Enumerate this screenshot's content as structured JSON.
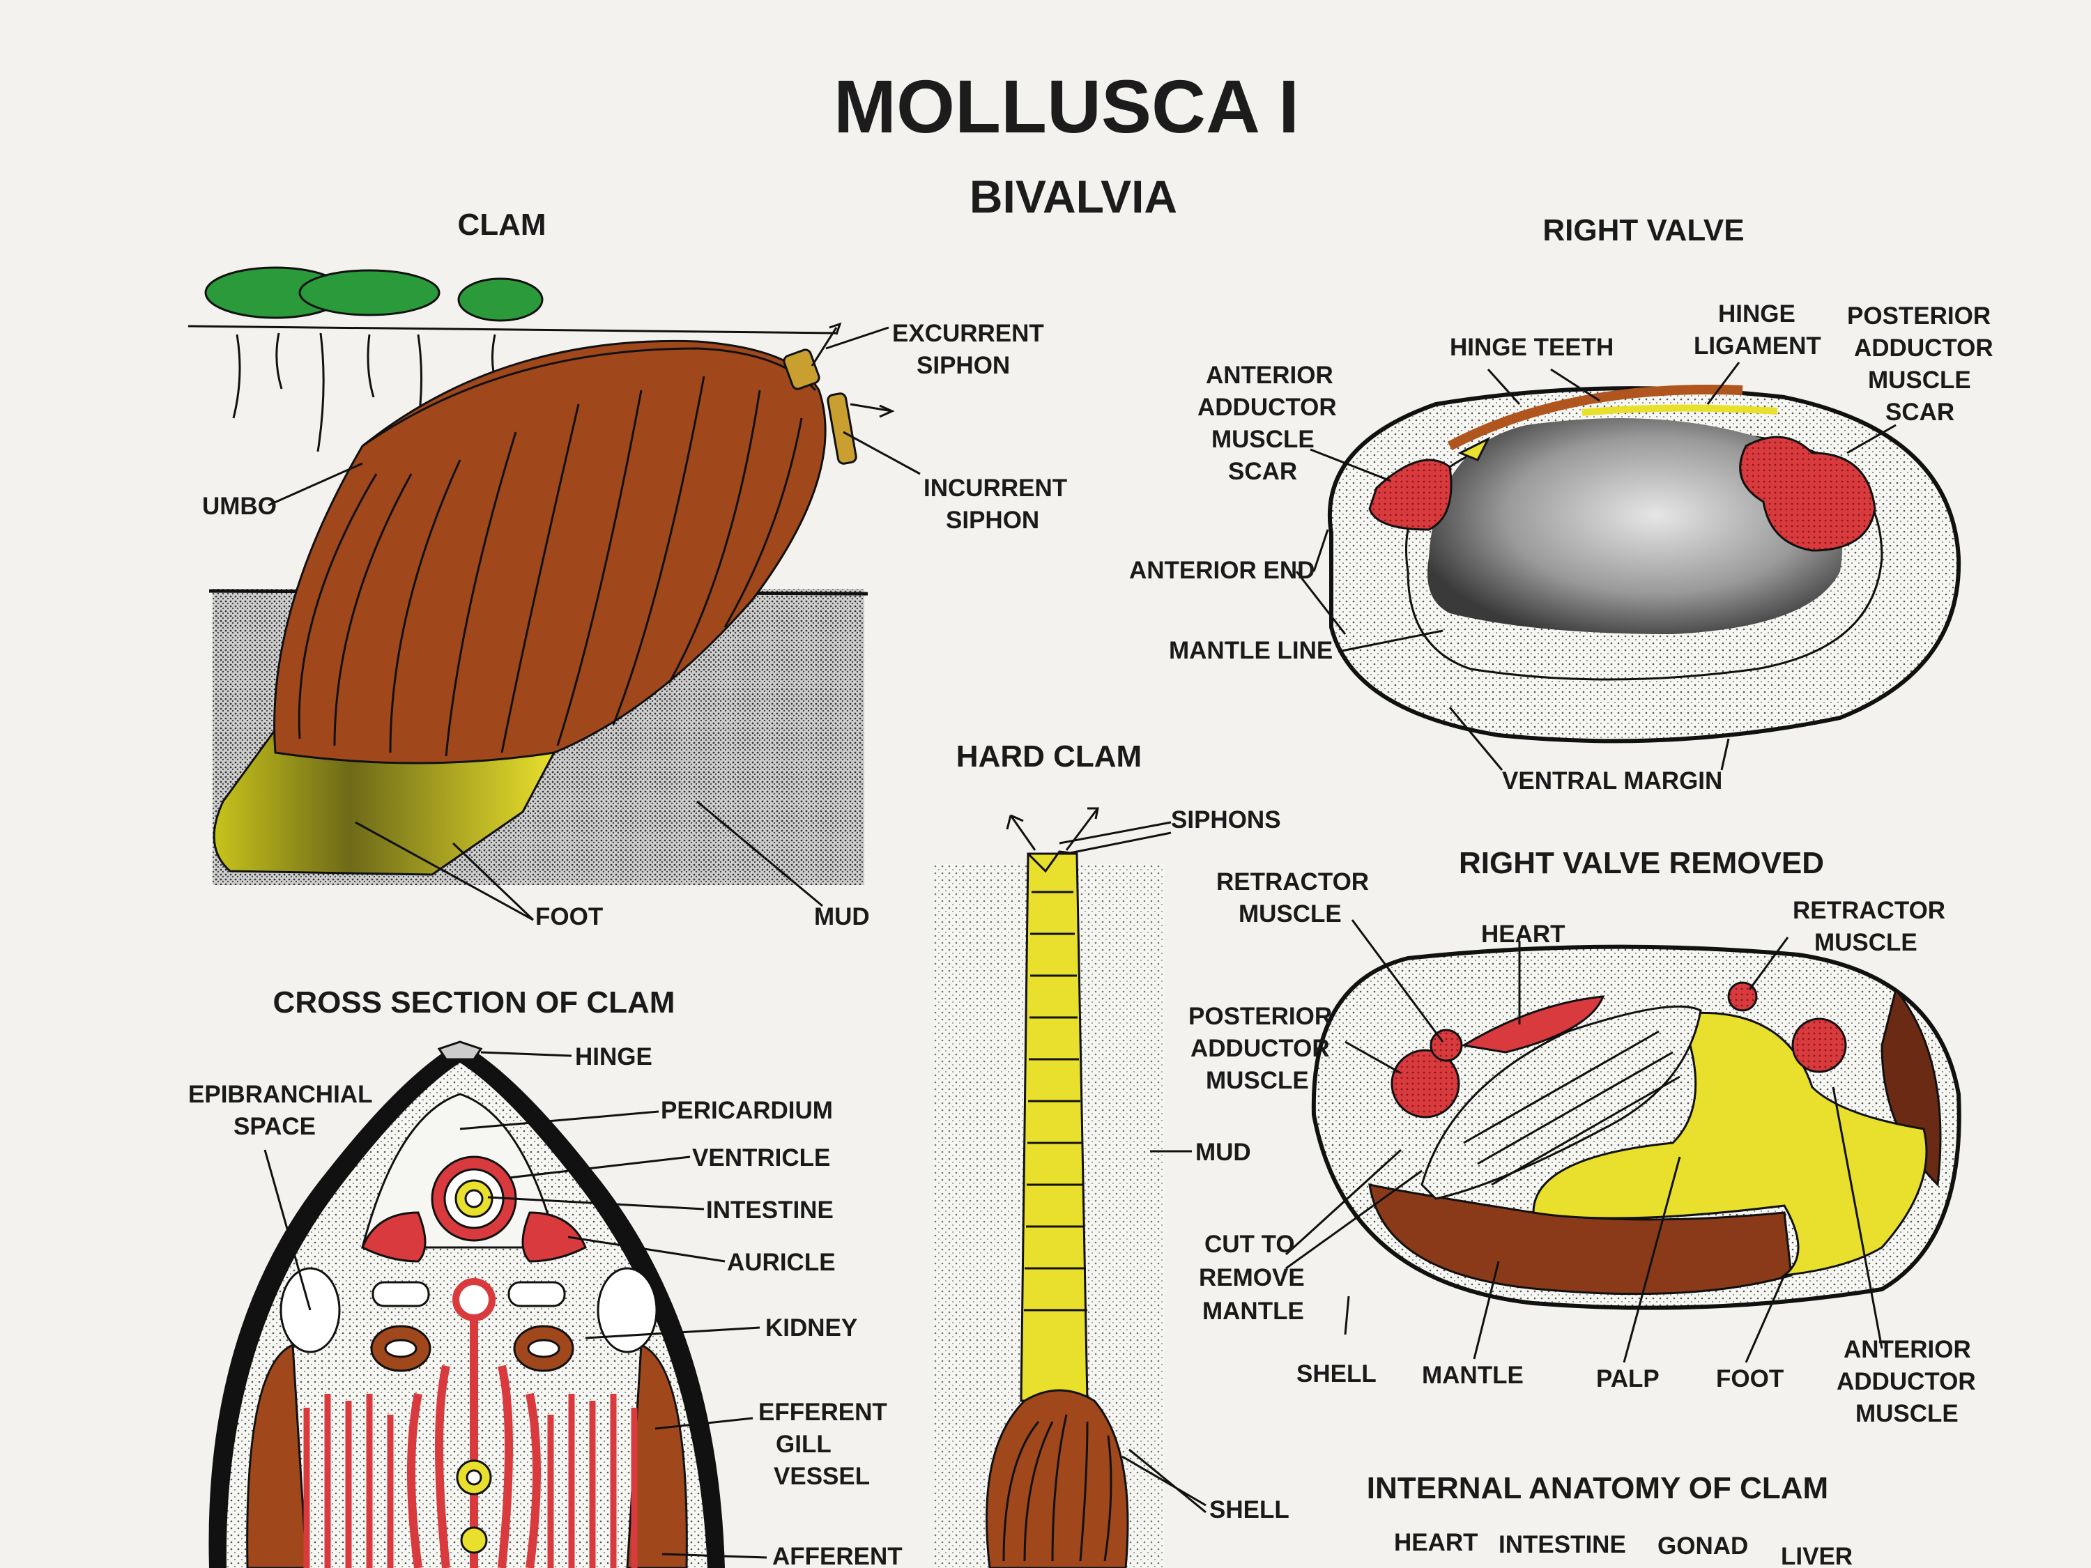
{
  "title": "MOLLUSCA I",
  "subtitle": "BIVALVIA",
  "sections": {
    "clam": "CLAM",
    "right_valve": "RIGHT VALVE",
    "hard_clam": "HARD CLAM",
    "right_valve_removed": "RIGHT VALVE REMOVED",
    "cross_section": "CROSS SECTION OF CLAM",
    "internal_anatomy": "INTERNAL ANATOMY OF CLAM"
  },
  "labels": {
    "excurrent_siphon": [
      "EXCURRENT",
      "SIPHON"
    ],
    "incurrent_siphon": [
      "INCURRENT",
      "SIPHON"
    ],
    "umbo": "UMBO",
    "foot": "FOOT",
    "mud": "MUD",
    "hinge_teeth": "HINGE TEETH",
    "hinge_ligament": [
      "HINGE",
      "LIGAMENT"
    ],
    "posterior_adductor_scar": [
      "POSTERIOR",
      "ADDUCTOR",
      "MUSCLE",
      "SCAR"
    ],
    "anterior_adductor_scar": [
      "ANTERIOR",
      "ADDUCTOR",
      "MUSCLE",
      "SCAR"
    ],
    "anterior_end": "ANTERIOR END",
    "mantle_line": "MANTLE LINE",
    "ventral_margin": "VENTRAL MARGIN",
    "siphons": "SIPHONS",
    "hard_clam_mud": "MUD",
    "shell": "SHELL",
    "retractor_muscle_left": [
      "RETRACTOR",
      "MUSCLE"
    ],
    "heart": "HEART",
    "retractor_muscle_right": [
      "RETRACTOR",
      "MUSCLE"
    ],
    "posterior_adductor_muscle": [
      "POSTERIOR",
      "ADDUCTOR",
      "MUSCLE"
    ],
    "cut_to_remove_mantle": [
      "CUT TO",
      "REMOVE",
      "MANTLE"
    ],
    "rv_shell": "SHELL",
    "mantle": "MANTLE",
    "palp": "PALP",
    "rv_foot": "FOOT",
    "anterior_adductor_muscle": [
      "ANTERIOR",
      "ADDUCTOR",
      "MUSCLE"
    ],
    "hinge": "HINGE",
    "epibranchial_space": [
      "EPIBRANCHIAL",
      "SPACE"
    ],
    "pericardium": "PERICARDIUM",
    "ventricle": "VENTRICLE",
    "intestine": "INTESTINE",
    "auricle": "AURICLE",
    "kidney": "KIDNEY",
    "efferent_gill_vessel": [
      "EFFERENT",
      "GILL",
      "VESSEL"
    ],
    "afferent": "AFFERENT",
    "ia_heart": "HEART",
    "ia_intestine": "INTESTINE",
    "ia_gonad": "GONAD",
    "ia_liver": "LIVER"
  },
  "colors": {
    "shell_brown": "#a0481c",
    "foot_yellow": "#e8e02c",
    "muscle_red": "#d93a3e",
    "lily_green": "#2a9a3a",
    "ink": "#111111"
  }
}
